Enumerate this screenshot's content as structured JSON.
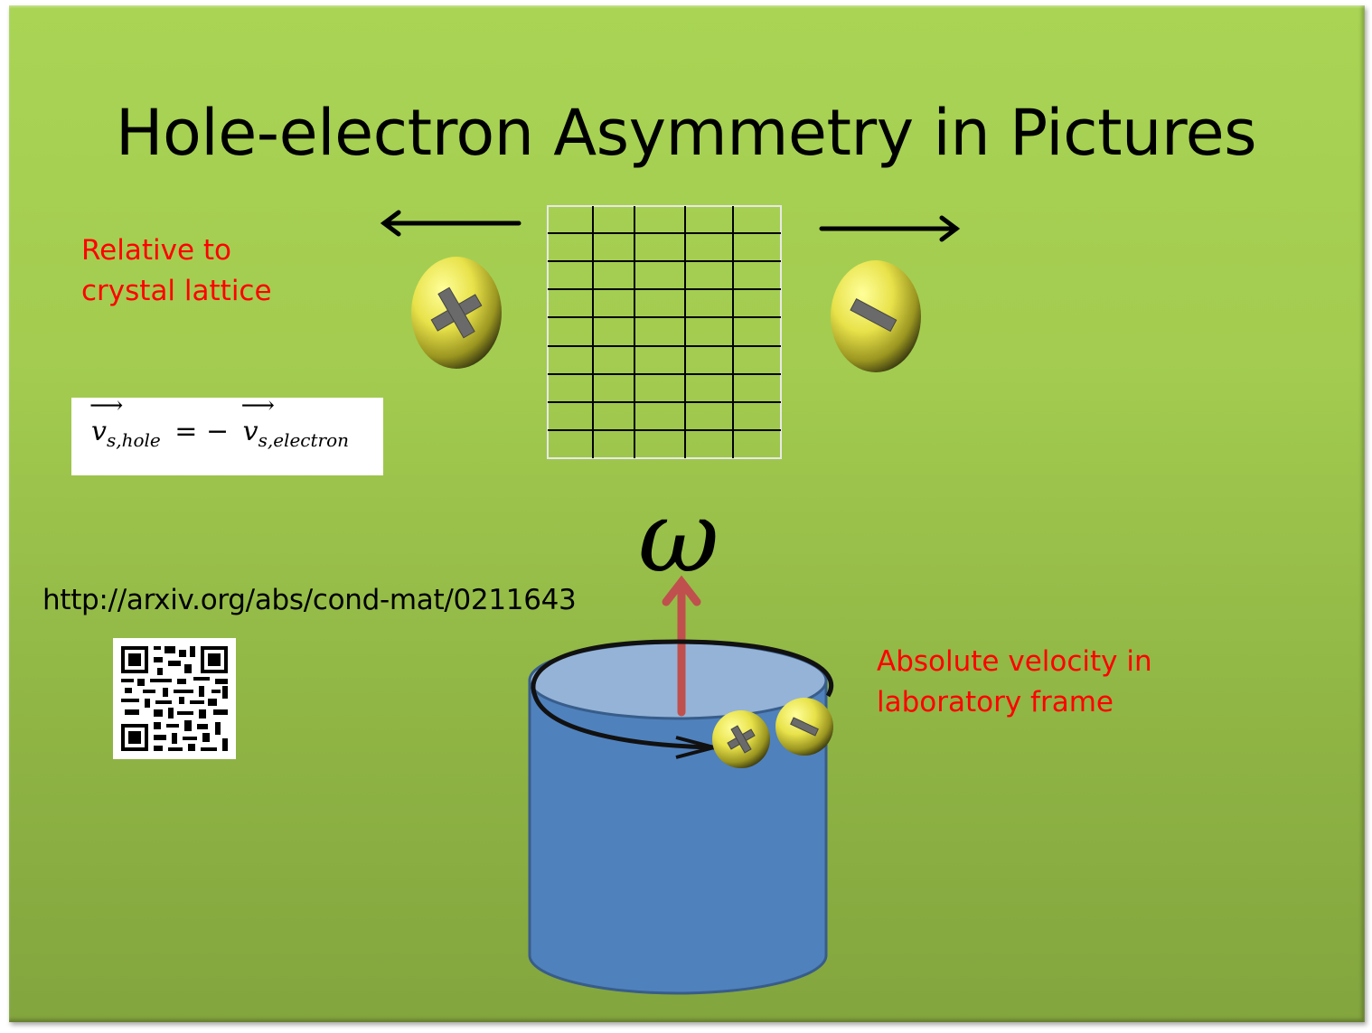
{
  "slide": {
    "title": "Hole-electron Asymmetry in Pictures",
    "label_relative": [
      "Relative to",
      "crystal lattice"
    ],
    "label_absolute": [
      "Absolute velocity in",
      "laboratory frame"
    ],
    "equation": {
      "lhs_symbol": "v",
      "lhs_subscript": "s,hole",
      "operator": "= −",
      "rhs_symbol": "v",
      "rhs_subscript": "s,electron"
    },
    "reference_url": "http://arxiv.org/abs/cond-mat/0211643",
    "omega_symbol": "ω",
    "particles": {
      "hole": "+",
      "electron": "−"
    }
  },
  "colors": {
    "background_top": "#a9d454",
    "background_bottom": "#83a53e",
    "label_red": "#ff0000",
    "cylinder_blue": "#4f81bd",
    "cylinder_top": "#95b3d7",
    "cylinder_edge": "#385d8a",
    "axis_arrow": "#c0504d",
    "sphere_yellow": "#f2f05a"
  },
  "lattice": {
    "rows": 9,
    "cols": 5
  }
}
